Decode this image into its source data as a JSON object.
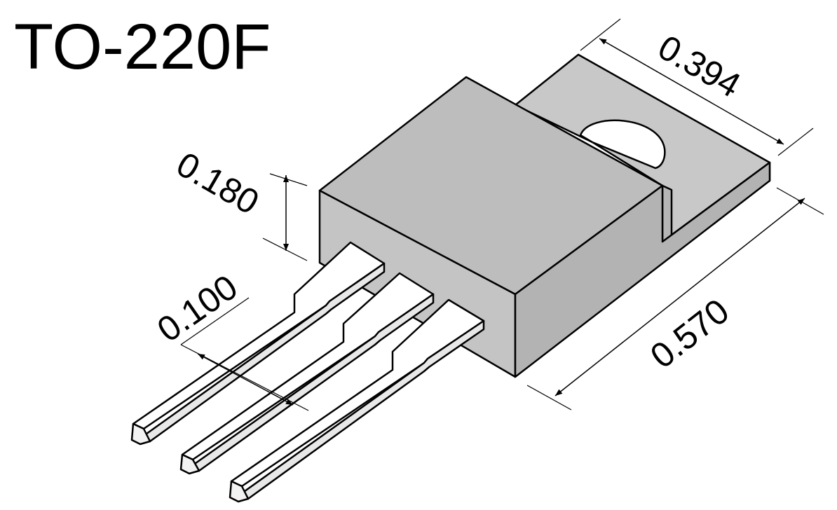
{
  "title": "TO-220F",
  "dimensions": {
    "tab_width": "0.394",
    "body_thickness": "0.180",
    "lead_pitch": "0.100",
    "body_length": "0.570"
  },
  "colors": {
    "body_front": "#c4c4c4",
    "body_top": "#bdbdbd",
    "body_side": "#b3b3b3",
    "tab": "#c8c8c8",
    "lead": "#ffffff",
    "line": "#000000"
  }
}
